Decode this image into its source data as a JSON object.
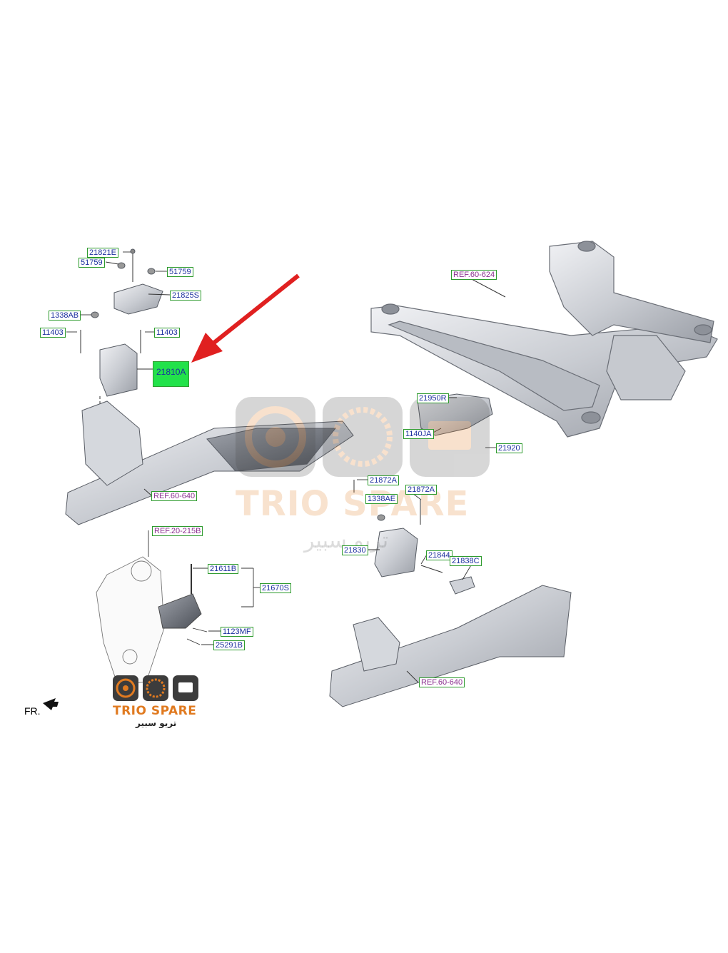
{
  "diagram": {
    "labels": {
      "p21821E": "21821E",
      "p51759a": "51759",
      "p51759b": "51759",
      "p21825S": "21825S",
      "p1338AB": "1338AB",
      "p11403a": "11403",
      "p11403b": "11403",
      "p21810A": "21810A",
      "ref60624": "REF.60-624",
      "p21950R": "21950R",
      "p1140JA": "1140JA",
      "p21920": "21920",
      "ref60640a": "REF.60-640",
      "p21872Aa": "21872A",
      "p21872Ab": "21872A",
      "p1338AE": "1338AE",
      "p21830": "21830",
      "p21844": "21844",
      "p21838C": "21838C",
      "ref20215B": "REF.20-215B",
      "p21611B": "21611B",
      "p21670S": "21670S",
      "p1123MF": "1123MF",
      "p25291B": "25291B",
      "ref60640b": "REF.60-640"
    },
    "front_label": "FR.",
    "highlight_color": "#22e24a",
    "arrow_color": "#e02020"
  },
  "watermark": {
    "brand": "TRIO SPARE",
    "arabic": "تريو سبير"
  },
  "logo": {
    "brand": "TRIO SPARE",
    "arabic": "تريو سبير"
  }
}
